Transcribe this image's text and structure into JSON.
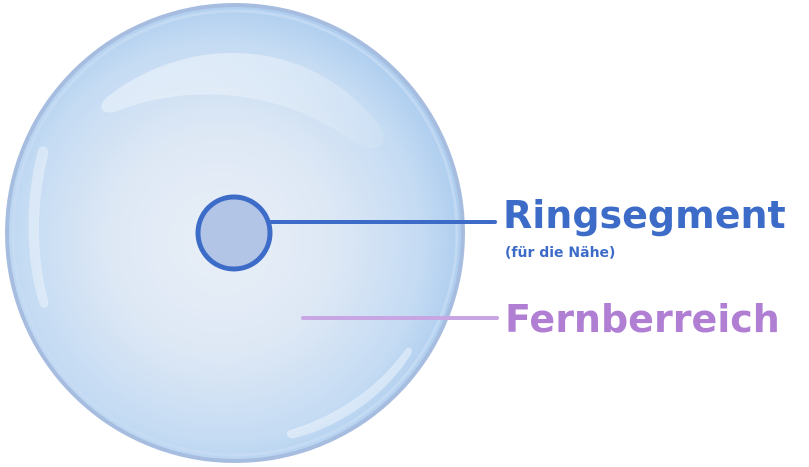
{
  "labels": {
    "ring_segment": "Ringsegment",
    "ring_segment_note": "(für die Nähe)",
    "distance_zone": "Fernberreich"
  },
  "colors": {
    "ring_segment": "#3d6cc8",
    "distance_zone": "#b07fd4",
    "lens_edge": "#9fb6dc",
    "lens_fill_center": "#e6edf6",
    "lens_fill_edge": "#a9cbf0",
    "segment_fill": "#b2c5e6"
  }
}
